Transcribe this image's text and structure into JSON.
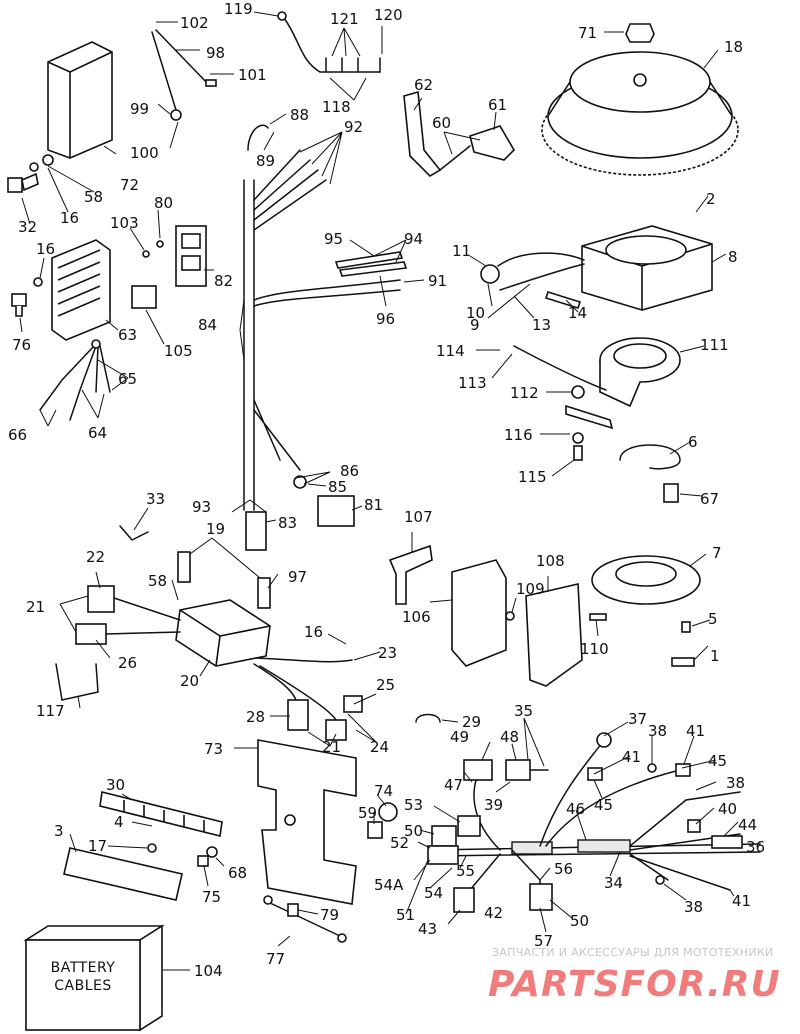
{
  "callouts": [
    {
      "id": "c1",
      "text": "1"
    },
    {
      "id": "c2",
      "text": "2"
    },
    {
      "id": "c3",
      "text": "3"
    },
    {
      "id": "c4",
      "text": "4"
    },
    {
      "id": "c5",
      "text": "5"
    },
    {
      "id": "c6",
      "text": "6"
    },
    {
      "id": "c7",
      "text": "7"
    },
    {
      "id": "c8",
      "text": "8"
    },
    {
      "id": "c9",
      "text": "9"
    },
    {
      "id": "c10",
      "text": "10"
    },
    {
      "id": "c11",
      "text": "11"
    },
    {
      "id": "c13",
      "text": "13"
    },
    {
      "id": "c14",
      "text": "14"
    },
    {
      "id": "c16a",
      "text": "16"
    },
    {
      "id": "c16b",
      "text": "16"
    },
    {
      "id": "c16c",
      "text": "16"
    },
    {
      "id": "c17",
      "text": "17"
    },
    {
      "id": "c18",
      "text": "18"
    },
    {
      "id": "c19",
      "text": "19"
    },
    {
      "id": "c20",
      "text": "20"
    },
    {
      "id": "c21a",
      "text": "21"
    },
    {
      "id": "c21b",
      "text": "21"
    },
    {
      "id": "c22",
      "text": "22"
    },
    {
      "id": "c23",
      "text": "23"
    },
    {
      "id": "c24",
      "text": "24"
    },
    {
      "id": "c25",
      "text": "25"
    },
    {
      "id": "c26",
      "text": "26"
    },
    {
      "id": "c28",
      "text": "28"
    },
    {
      "id": "c29",
      "text": "29"
    },
    {
      "id": "c30",
      "text": "30"
    },
    {
      "id": "c32",
      "text": "32"
    },
    {
      "id": "c33",
      "text": "33"
    },
    {
      "id": "c34",
      "text": "34"
    },
    {
      "id": "c35",
      "text": "35"
    },
    {
      "id": "c36",
      "text": "36"
    },
    {
      "id": "c37",
      "text": "37"
    },
    {
      "id": "c38a",
      "text": "38"
    },
    {
      "id": "c38b",
      "text": "38"
    },
    {
      "id": "c38c",
      "text": "38"
    },
    {
      "id": "c39",
      "text": "39"
    },
    {
      "id": "c40",
      "text": "40"
    },
    {
      "id": "c41a",
      "text": "41"
    },
    {
      "id": "c41b",
      "text": "41"
    },
    {
      "id": "c41c",
      "text": "41"
    },
    {
      "id": "c42",
      "text": "42"
    },
    {
      "id": "c43",
      "text": "43"
    },
    {
      "id": "c44",
      "text": "44"
    },
    {
      "id": "c45a",
      "text": "45"
    },
    {
      "id": "c45b",
      "text": "45"
    },
    {
      "id": "c46",
      "text": "46"
    },
    {
      "id": "c47",
      "text": "47"
    },
    {
      "id": "c48",
      "text": "48"
    },
    {
      "id": "c49",
      "text": "49"
    },
    {
      "id": "c50a",
      "text": "50"
    },
    {
      "id": "c50b",
      "text": "50"
    },
    {
      "id": "c51",
      "text": "51"
    },
    {
      "id": "c52",
      "text": "52"
    },
    {
      "id": "c53",
      "text": "53"
    },
    {
      "id": "c54",
      "text": "54"
    },
    {
      "id": "c54A",
      "text": "54A"
    },
    {
      "id": "c55",
      "text": "55"
    },
    {
      "id": "c56",
      "text": "56"
    },
    {
      "id": "c57",
      "text": "57"
    },
    {
      "id": "c58a",
      "text": "58"
    },
    {
      "id": "c58b",
      "text": "58"
    },
    {
      "id": "c59",
      "text": "59"
    },
    {
      "id": "c60",
      "text": "60"
    },
    {
      "id": "c61",
      "text": "61"
    },
    {
      "id": "c62",
      "text": "62"
    },
    {
      "id": "c63",
      "text": "63"
    },
    {
      "id": "c64",
      "text": "64"
    },
    {
      "id": "c65",
      "text": "65"
    },
    {
      "id": "c66",
      "text": "66"
    },
    {
      "id": "c67",
      "text": "67"
    },
    {
      "id": "c68",
      "text": "68"
    },
    {
      "id": "c71",
      "text": "71"
    },
    {
      "id": "c72",
      "text": "72"
    },
    {
      "id": "c73",
      "text": "73"
    },
    {
      "id": "c74",
      "text": "74"
    },
    {
      "id": "c75",
      "text": "75"
    },
    {
      "id": "c76",
      "text": "76"
    },
    {
      "id": "c77",
      "text": "77"
    },
    {
      "id": "c79",
      "text": "79"
    },
    {
      "id": "c80",
      "text": "80"
    },
    {
      "id": "c81",
      "text": "81"
    },
    {
      "id": "c82",
      "text": "82"
    },
    {
      "id": "c83",
      "text": "83"
    },
    {
      "id": "c84",
      "text": "84"
    },
    {
      "id": "c85",
      "text": "85"
    },
    {
      "id": "c86",
      "text": "86"
    },
    {
      "id": "c88",
      "text": "88"
    },
    {
      "id": "c89",
      "text": "89"
    },
    {
      "id": "c91",
      "text": "91"
    },
    {
      "id": "c92",
      "text": "92"
    },
    {
      "id": "c93",
      "text": "93"
    },
    {
      "id": "c94",
      "text": "94"
    },
    {
      "id": "c95",
      "text": "95"
    },
    {
      "id": "c96",
      "text": "96"
    },
    {
      "id": "c97",
      "text": "97"
    },
    {
      "id": "c98",
      "text": "98"
    },
    {
      "id": "c99",
      "text": "99"
    },
    {
      "id": "c100",
      "text": "100"
    },
    {
      "id": "c101",
      "text": "101"
    },
    {
      "id": "c102",
      "text": "102"
    },
    {
      "id": "c103",
      "text": "103"
    },
    {
      "id": "c104",
      "text": "104"
    },
    {
      "id": "c105",
      "text": "105"
    },
    {
      "id": "c106",
      "text": "106"
    },
    {
      "id": "c107",
      "text": "107"
    },
    {
      "id": "c108",
      "text": "108"
    },
    {
      "id": "c109",
      "text": "109"
    },
    {
      "id": "c110",
      "text": "110"
    },
    {
      "id": "c111",
      "text": "111"
    },
    {
      "id": "c112",
      "text": "112"
    },
    {
      "id": "c113",
      "text": "113"
    },
    {
      "id": "c114",
      "text": "114"
    },
    {
      "id": "c115",
      "text": "115"
    },
    {
      "id": "c116",
      "text": "116"
    },
    {
      "id": "c117",
      "text": "117"
    },
    {
      "id": "c118",
      "text": "118"
    },
    {
      "id": "c119",
      "text": "119"
    },
    {
      "id": "c120",
      "text": "120"
    },
    {
      "id": "c121",
      "text": "121"
    }
  ],
  "battery_box": {
    "line1": "BATTERY",
    "line2": "CABLES"
  },
  "watermark": {
    "tagline": "ЗАПЧАСТИ И АКСЕССУАРЫ ДЛЯ МОТОТЕХНИКИ",
    "brand": "PARTSFOR.RU"
  }
}
